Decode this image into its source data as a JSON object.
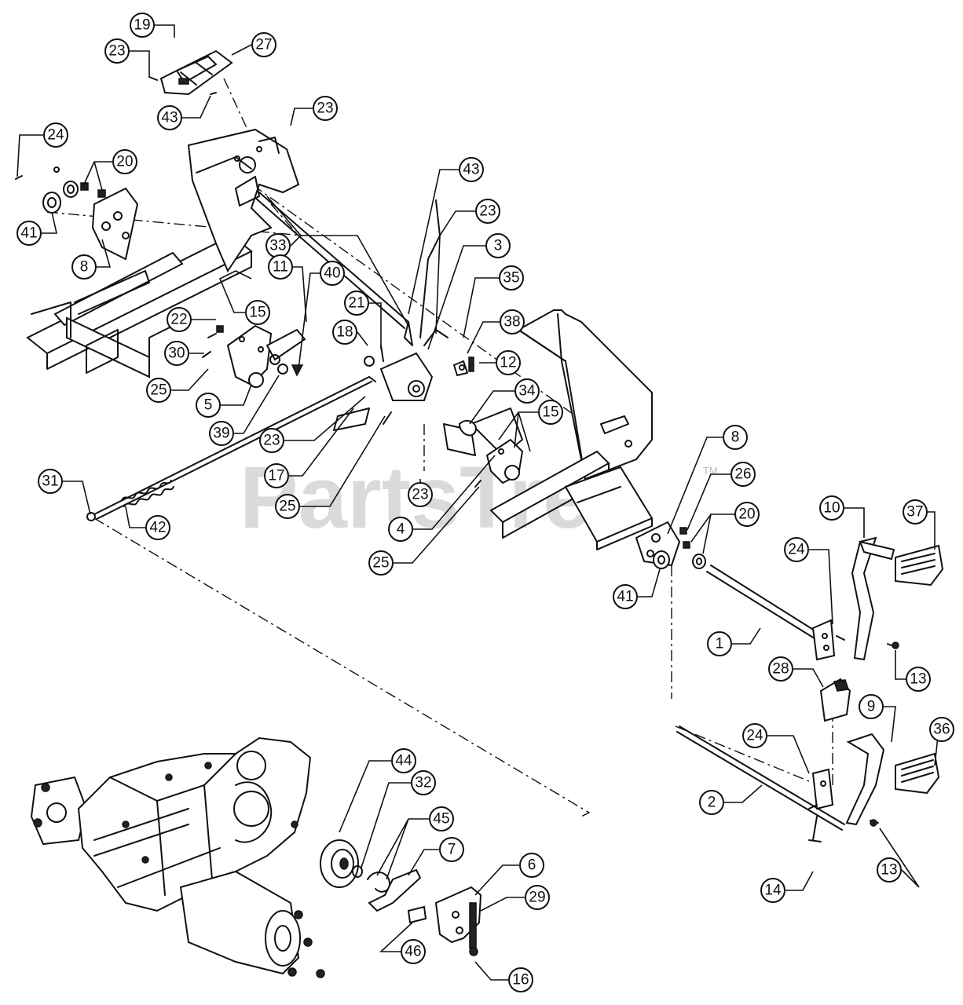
{
  "watermark": {
    "text": "PartsTree",
    "trademark": "TM"
  },
  "callouts": [
    "19",
    "23",
    "27",
    "43",
    "23",
    "24",
    "20",
    "41",
    "8",
    "43",
    "23",
    "3",
    "33",
    "11",
    "40",
    "35",
    "21",
    "38",
    "18",
    "12",
    "22",
    "15",
    "30",
    "25",
    "5",
    "39",
    "23",
    "34",
    "15",
    "17",
    "25",
    "23",
    "8",
    "26",
    "20",
    "31",
    "42",
    "4",
    "25",
    "41",
    "10",
    "37",
    "24",
    "1",
    "13",
    "28",
    "9",
    "36",
    "24",
    "2",
    "13",
    "14",
    "44",
    "32",
    "45",
    "7",
    "6",
    "29",
    "46",
    "16"
  ]
}
